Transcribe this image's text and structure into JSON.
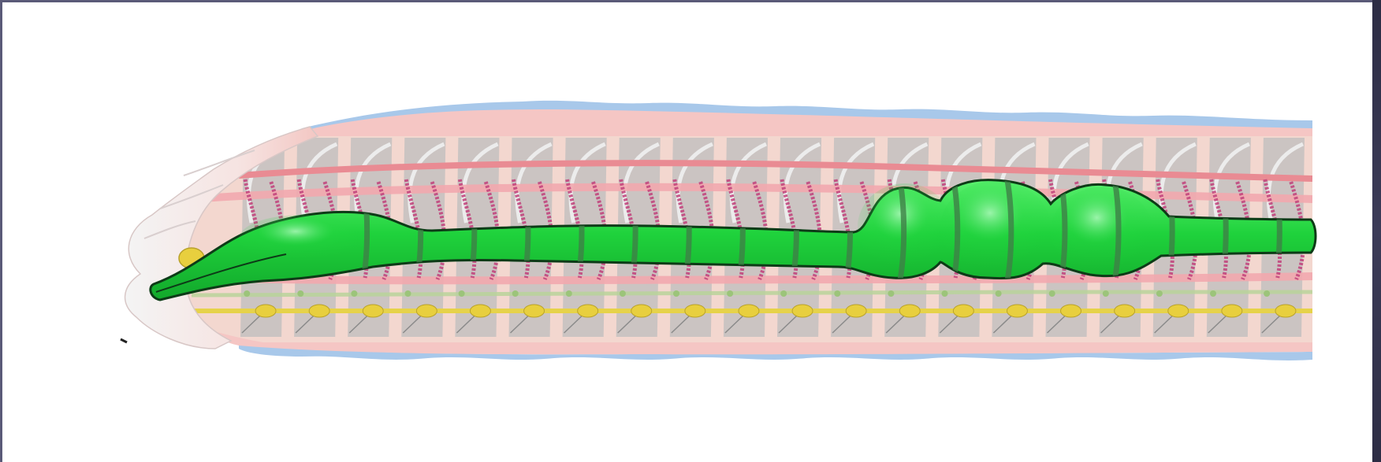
{
  "diagram": {
    "subject": "earthworm-longitudinal-section",
    "highlighted_structure": "digestive-tract",
    "segment_count": 20,
    "colors": {
      "highlight": "#1fd23c",
      "highlight_outline": "#0d3b17",
      "highlight_band": "#3e7f47",
      "muscle_pink": "#f2a9ae",
      "body_wall": "#f5c6c4",
      "cuticle_blue": "#a8c8ea",
      "septum_gray": "#bdbdbd",
      "vessel_magenta": "#c1407a",
      "nerve_yellow": "#e6d24a",
      "ganglion": "#e8cf3e",
      "background_frame": "#5a5a78"
    }
  }
}
